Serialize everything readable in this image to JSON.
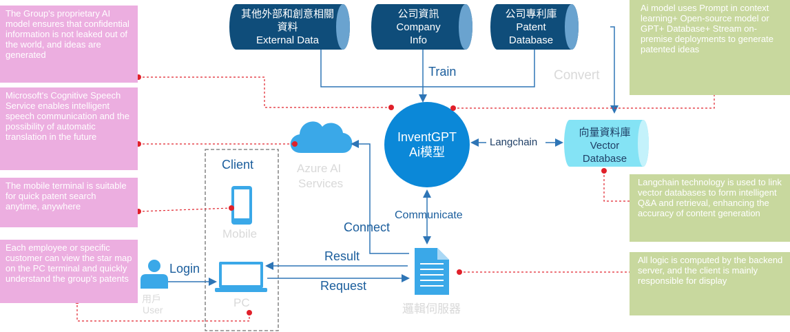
{
  "notes": {
    "n1": "The Group's proprietary AI model ensures that confidential information is not leaked out of the world, and ideas are generated",
    "n2": "Microsoft's Cognitive Speech Service enables intelligent speech communication and the possibility of automatic translation in the future",
    "n3": "The mobile terminal is suitable for quick patent search anytime, anywhere",
    "n4": "Each employee or specific customer can view the star map on the PC terminal and quickly understand the group's patents",
    "n5": "Ai model uses Prompt in context learning+ Open-source model or GPT+ Database+ Stream on-premise deployments to generate patented ideas",
    "n6": "Langchain technology is used to link vector databases to form intelligent Q&A and retrieval, enhancing the accuracy of content generation",
    "n7": "All logic is computed by the backend server, and the client is mainly responsible for display"
  },
  "sources": {
    "external": {
      "zh": "其他外部和創意相關資料",
      "en": "External Data"
    },
    "company": {
      "zh": "公司資訊",
      "en1": "Company",
      "en2": "Info"
    },
    "patent": {
      "zh": "公司專利庫",
      "en1": "Patent",
      "en2": "Database"
    }
  },
  "model": {
    "line1": "InventGPT",
    "line2": "Ai模型"
  },
  "vector": {
    "zh": "向量資料庫",
    "en1": "Vector",
    "en2": "Database"
  },
  "labels": {
    "train": "Train",
    "convert": "Convert",
    "langchain": "Langchain",
    "azure1": "Azure AI",
    "azure2": "Services",
    "client": "Client",
    "mobile": "Mobile",
    "pc": "PC",
    "login": "Login",
    "user_zh": "用戶",
    "user_en": "User",
    "connect": "Connect",
    "communicate": "Communicate",
    "result": "Result",
    "request": "Request",
    "server": "邏輯伺服器"
  },
  "colors": {
    "dark_cylinder": "#0f4d7a",
    "model_blue": "#0b88d8",
    "vector_cyan": "#84e3f5",
    "arrow_blue": "#2e75b6",
    "pink_note": "#ecaee0",
    "green_note": "#c8d89e",
    "dot_red": "#e0202a",
    "icon_blue": "#3aa8e8"
  }
}
